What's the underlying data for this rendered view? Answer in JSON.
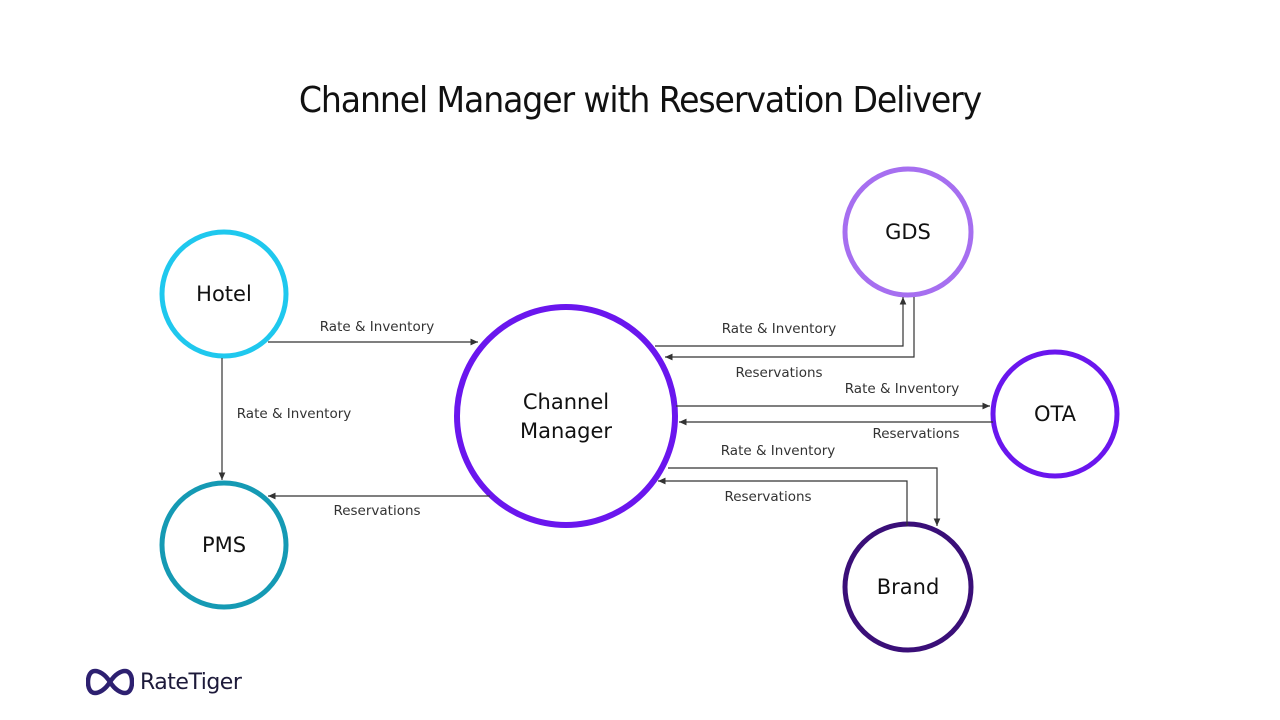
{
  "title": "Channel Manager with Reservation Delivery",
  "colors": {
    "hotel": "#1fc8ee",
    "pms": "#159ab4",
    "channel_manager": "#6a16ee",
    "gds": "#a66ff0",
    "ota": "#6a16ee",
    "brand": "#3a0f78",
    "logo": "#2d2070"
  },
  "nodes": {
    "hotel": "Hotel",
    "pms": "PMS",
    "channel_manager_line1": "Channel",
    "channel_manager_line2": "Manager",
    "gds": "GDS",
    "ota": "OTA",
    "brand": "Brand"
  },
  "edges": {
    "hotel_to_cm": "Rate & Inventory",
    "hotel_to_pms": "Rate & Inventory",
    "cm_to_pms": "Reservations",
    "cm_to_gds": "Rate & Inventory",
    "gds_to_cm": "Reservations",
    "cm_to_ota": "Rate & Inventory",
    "ota_to_cm": "Reservations",
    "cm_to_brand": "Rate & Inventory",
    "brand_to_cm": "Reservations"
  },
  "logo": {
    "text": "RateTiger",
    "icon": "infinity-logo-icon"
  }
}
